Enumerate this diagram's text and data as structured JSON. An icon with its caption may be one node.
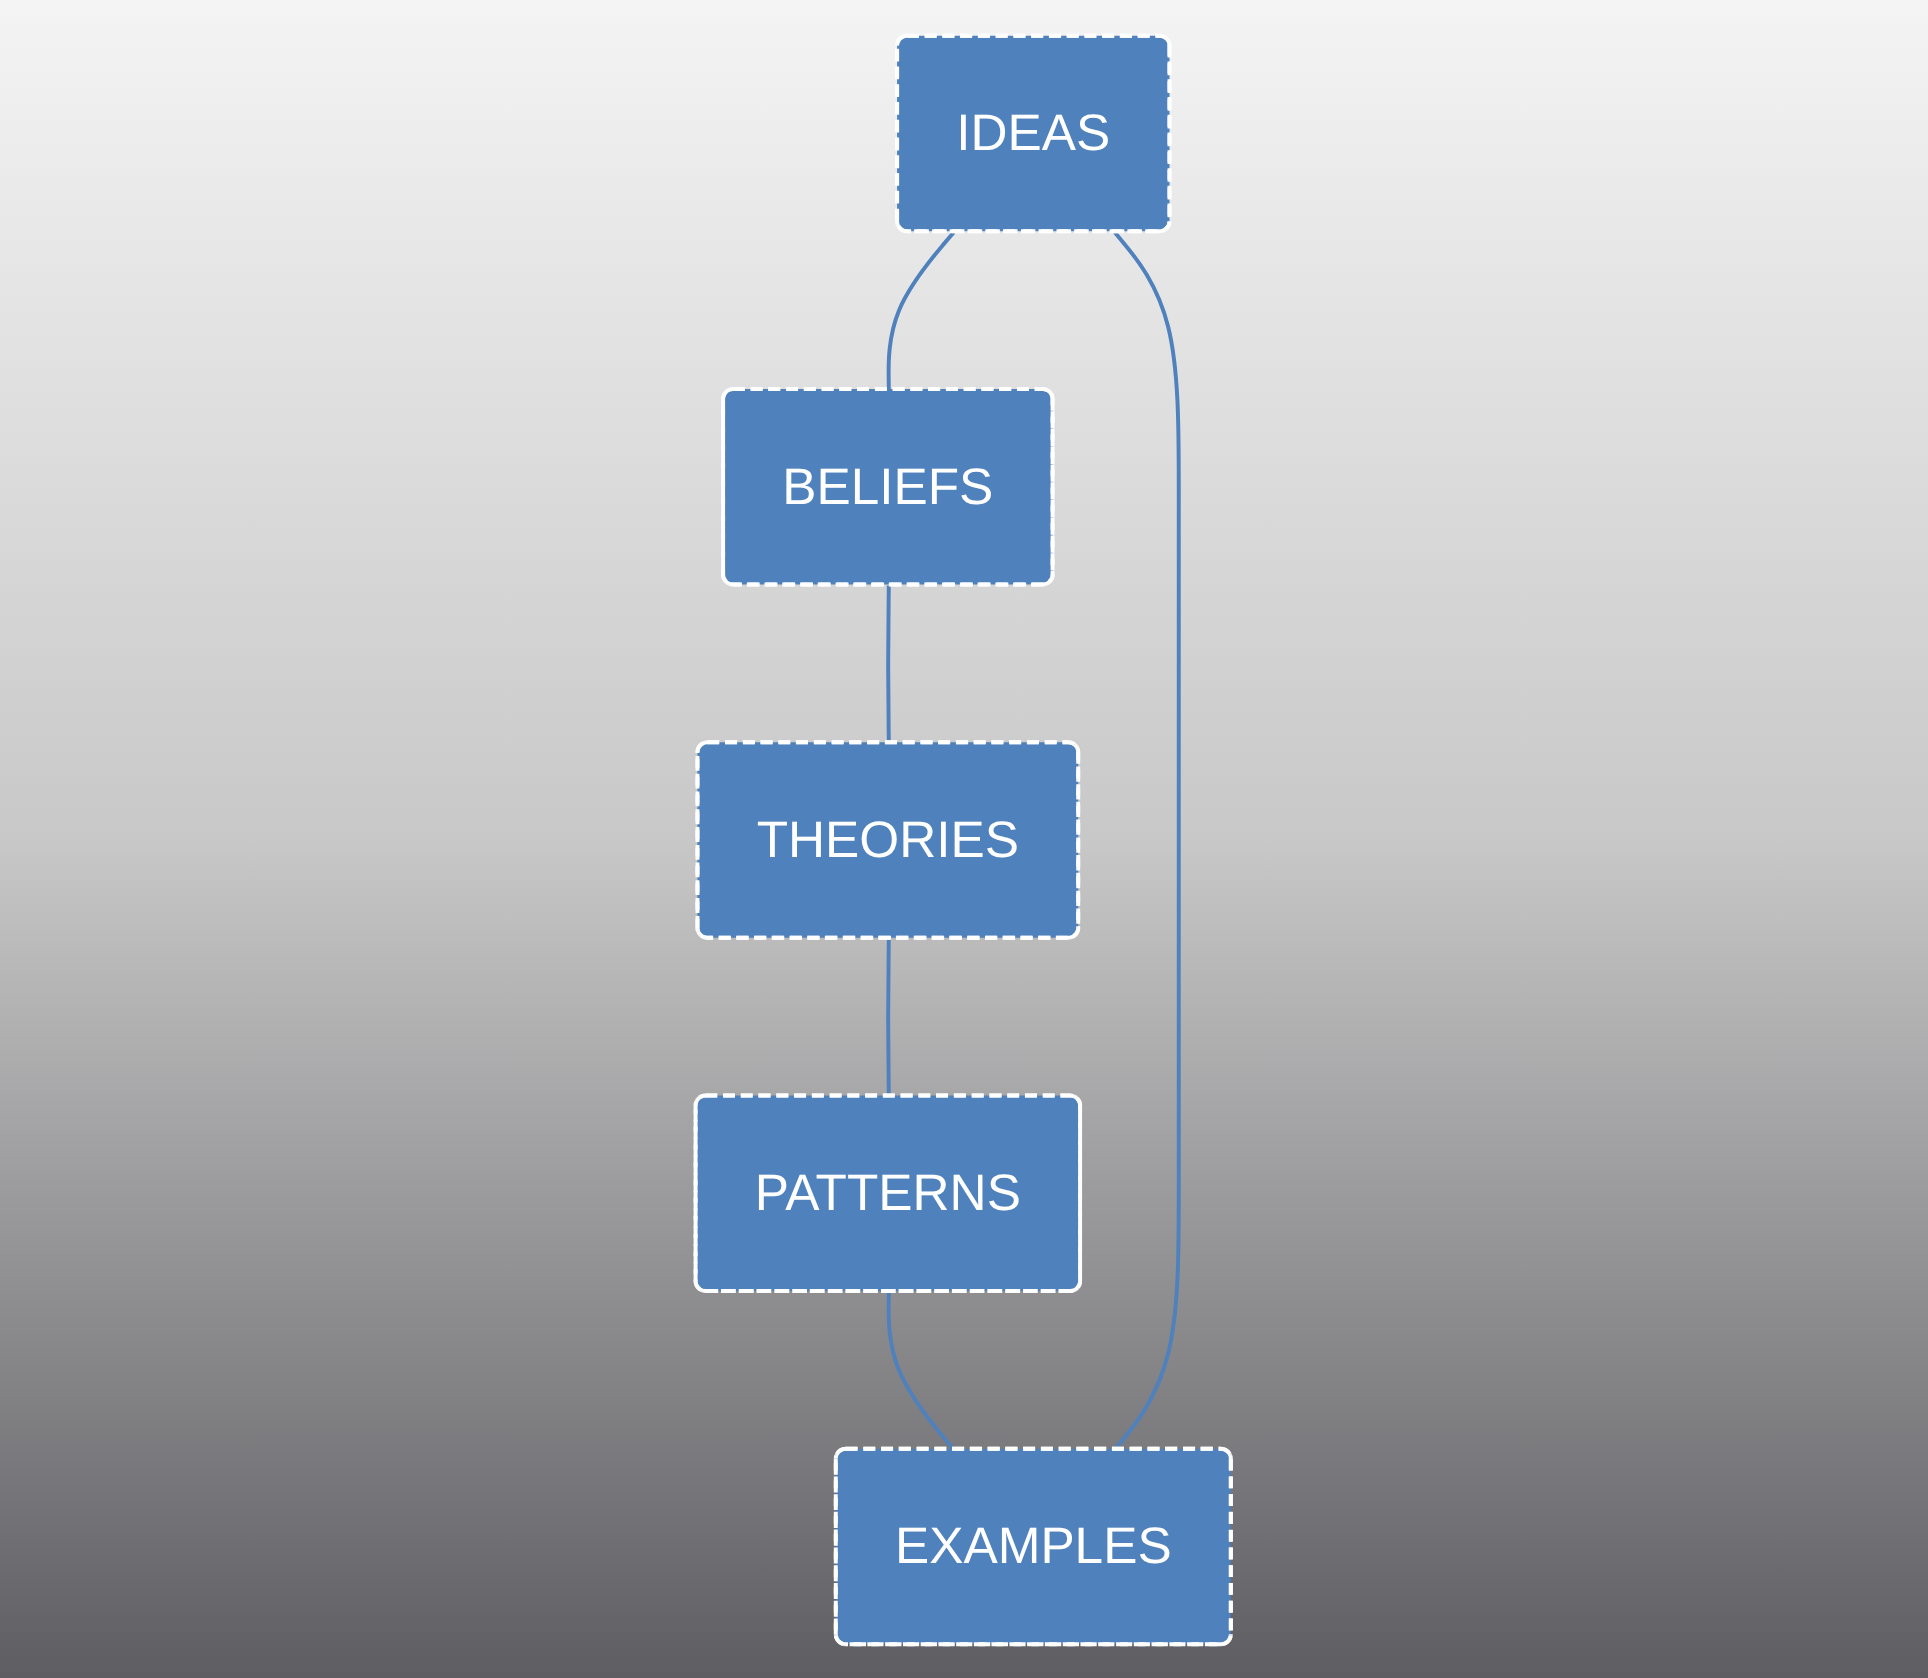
{
  "diagram": {
    "nodes": [
      {
        "text": [
          "IDEAS"
        ]
      },
      {
        "text": [
          "BELIEFS"
        ]
      },
      {
        "text": [
          "THEORIES"
        ]
      },
      {
        "text": [
          "PATTERNS"
        ]
      },
      {
        "text": [
          "EXAMPLES"
        ]
      }
    ],
    "edges": [
      {
        "from": 0,
        "to": 1,
        "arrow": "none"
      },
      {
        "from": 1,
        "to": 2,
        "arrow": "none"
      },
      {
        "from": 2,
        "to": 3,
        "arrow": "none"
      },
      {
        "from": 3,
        "to": 4,
        "arrow": "none"
      },
      {
        "from": 4,
        "to": 0,
        "arrow": "none"
      }
    ]
  }
}
